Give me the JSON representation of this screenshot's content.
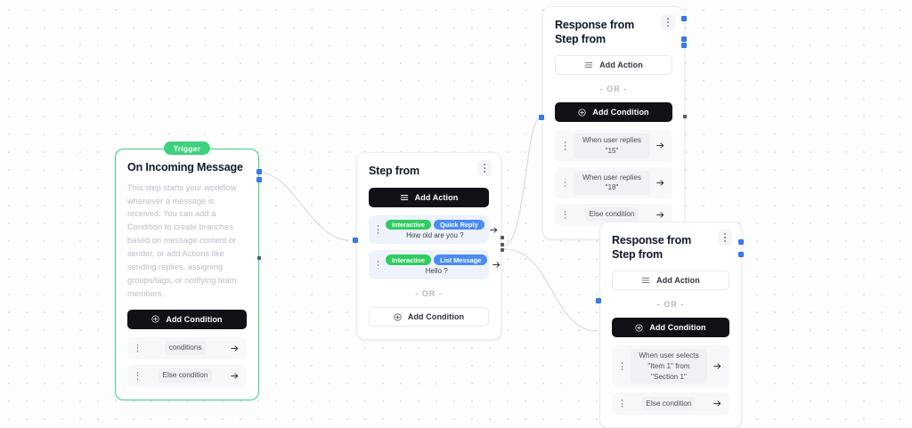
{
  "canvas": {
    "background": "#fdfdfe",
    "grid_dot_color": "#dcdce6",
    "accent_green": "#3ed17f",
    "accent_blue": "#3b7ef0",
    "dark_button": "#111217"
  },
  "nodes": {
    "trigger": {
      "badge": "Trigger",
      "title": "On Incoming Message",
      "description": "This step starts your workflow whenever a message is received. You can add a Condition to create branches based on message content or sender, or add Actions like sending replies, assigning groups/tags, or notifying team members.",
      "add_condition_label": "Add Condition",
      "conditions": [
        {
          "label": "conditions"
        },
        {
          "label": "Else condition"
        }
      ]
    },
    "step_from": {
      "title": "Step from",
      "add_action_label": "Add Action",
      "or_label": "- OR -",
      "add_condition_label": "Add Condition",
      "actions": [
        {
          "tag1": "Interactive",
          "tag2": "Quick Reply",
          "text": "How old are you ?"
        },
        {
          "tag1": "Interactive",
          "tag2": "List Message",
          "text": "Hello ?"
        }
      ]
    },
    "response_top": {
      "title": "Response from Step from",
      "add_action_label": "Add Action",
      "or_label": "- OR -",
      "add_condition_label": "Add Condition",
      "conditions": [
        {
          "label": "When user replies \"15\""
        },
        {
          "label": "When user replies \"18\""
        },
        {
          "label": "Else condition"
        }
      ]
    },
    "response_bottom": {
      "title": "Response from Step from",
      "add_action_label": "Add Action",
      "or_label": "- OR -",
      "add_condition_label": "Add Condition",
      "conditions": [
        {
          "label": "When user selects \"Item 1\" from \"Section 1\""
        },
        {
          "label": "Else condition"
        }
      ]
    }
  },
  "icons": {
    "list": "list-icon",
    "plus_circle": "plus-circle-icon",
    "arrow_right": "arrow-right-icon",
    "kebab": "kebab-menu-icon",
    "grip": "drag-grip-icon"
  }
}
